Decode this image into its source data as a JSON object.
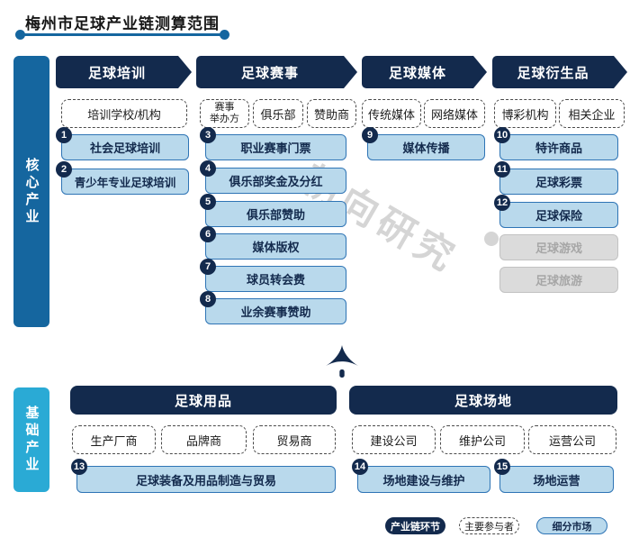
{
  "title": "梅州市足球产业链测算范围",
  "watermark": "朝向研究",
  "core": {
    "label": "核心产业",
    "columns": [
      {
        "header": "足球培训",
        "participants": [
          "培训学校/机构"
        ],
        "items": [
          {
            "num": "1",
            "label": "社会足球培训"
          },
          {
            "num": "2",
            "label": "青少年专业足球培训"
          }
        ]
      },
      {
        "header": "足球赛事",
        "participants": [
          "赛事\n举办方",
          "俱乐部",
          "赞助商"
        ],
        "items": [
          {
            "num": "3",
            "label": "职业赛事门票"
          },
          {
            "num": "4",
            "label": "俱乐部奖金及分红"
          },
          {
            "num": "5",
            "label": "俱乐部赞助"
          },
          {
            "num": "6",
            "label": "媒体版权"
          },
          {
            "num": "7",
            "label": "球员转会费"
          },
          {
            "num": "8",
            "label": "业余赛事赞助"
          }
        ]
      },
      {
        "header": "足球媒体",
        "participants": [
          "传统媒体",
          "网络媒体"
        ],
        "items": [
          {
            "num": "9",
            "label": "媒体传播"
          }
        ]
      },
      {
        "header": "足球衍生品",
        "participants": [
          "博彩机构",
          "相关企业"
        ],
        "items": [
          {
            "num": "10",
            "label": "特许商品"
          },
          {
            "num": "11",
            "label": "足球彩票"
          },
          {
            "num": "12",
            "label": "足球保险"
          }
        ],
        "disabled_items": [
          "足球游戏",
          "足球旅游"
        ]
      }
    ]
  },
  "base": {
    "label": "基础产业",
    "sections": [
      {
        "header": "足球用品",
        "participants": [
          "生产厂商",
          "品牌商",
          "贸易商"
        ],
        "items": [
          {
            "num": "13",
            "label": "足球装备及用品制造与贸易"
          }
        ]
      },
      {
        "header": "足球场地",
        "participants": [
          "建设公司",
          "维护公司",
          "运营公司"
        ],
        "items": [
          {
            "num": "14",
            "label": "场地建设与维护"
          },
          {
            "num": "15",
            "label": "场地运营"
          }
        ]
      }
    ]
  },
  "legend": {
    "chain": "产业链环节",
    "participant": "主要参与者",
    "segment": "细分市场"
  },
  "colors": {
    "navy": "#132a4d",
    "blue": "#15669f",
    "cyan": "#2aaad5",
    "light_blue_fill": "#b9d9ec",
    "light_blue_border": "#2e74b5",
    "gray_fill": "#dbdbdb",
    "gray_text": "#a6a6a6"
  }
}
